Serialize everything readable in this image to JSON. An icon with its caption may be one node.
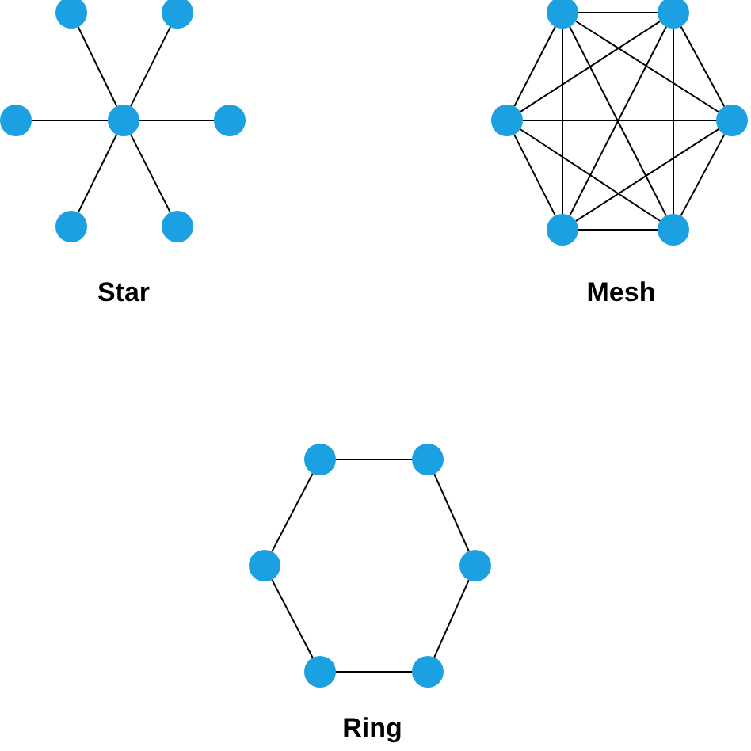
{
  "diagram": {
    "nodes": [
      {
        "text": [],
        "shape": "circle"
      },
      {
        "text": [],
        "shape": "circle"
      },
      {
        "text": [],
        "shape": "circle"
      },
      {
        "text": [],
        "shape": "circle"
      },
      {
        "text": [],
        "shape": "circle"
      },
      {
        "text": [],
        "shape": "circle"
      },
      {
        "text": [],
        "shape": "circle"
      },
      {
        "text": [],
        "shape": "circle"
      },
      {
        "text": [],
        "shape": "circle"
      },
      {
        "text": [],
        "shape": "circle"
      },
      {
        "text": [],
        "shape": "circle"
      },
      {
        "text": [],
        "shape": "circle"
      },
      {
        "text": [],
        "shape": "circle"
      },
      {
        "text": [],
        "shape": "circle"
      },
      {
        "text": [],
        "shape": "circle"
      },
      {
        "text": [],
        "shape": "circle"
      },
      {
        "text": [],
        "shape": "circle"
      },
      {
        "text": [],
        "shape": "circle"
      },
      {
        "text": [],
        "shape": "circle"
      }
    ],
    "edges": [
      {
        "from": 3,
        "to": 0,
        "arrow": "none"
      },
      {
        "from": 3,
        "to": 1,
        "arrow": "none"
      },
      {
        "from": 3,
        "to": 2,
        "arrow": "none"
      },
      {
        "from": 3,
        "to": 4,
        "arrow": "none"
      },
      {
        "from": 3,
        "to": 5,
        "arrow": "none"
      },
      {
        "from": 3,
        "to": 6,
        "arrow": "none"
      },
      {
        "from": 7,
        "to": 8,
        "arrow": "none"
      },
      {
        "from": 7,
        "to": 9,
        "arrow": "none"
      },
      {
        "from": 7,
        "to": 10,
        "arrow": "none"
      },
      {
        "from": 7,
        "to": 11,
        "arrow": "none"
      },
      {
        "from": 7,
        "to": 12,
        "arrow": "none"
      },
      {
        "from": 8,
        "to": 9,
        "arrow": "none"
      },
      {
        "from": 8,
        "to": 10,
        "arrow": "none"
      },
      {
        "from": 8,
        "to": 11,
        "arrow": "none"
      },
      {
        "from": 8,
        "to": 12,
        "arrow": "none"
      },
      {
        "from": 9,
        "to": 10,
        "arrow": "none"
      },
      {
        "from": 9,
        "to": 11,
        "arrow": "none"
      },
      {
        "from": 9,
        "to": 12,
        "arrow": "none"
      },
      {
        "from": 10,
        "to": 11,
        "arrow": "none"
      },
      {
        "from": 10,
        "to": 12,
        "arrow": "none"
      },
      {
        "from": 11,
        "to": 12,
        "arrow": "none"
      },
      {
        "from": 13,
        "to": 14,
        "arrow": "none"
      },
      {
        "from": 14,
        "to": 16,
        "arrow": "none"
      },
      {
        "from": 16,
        "to": 18,
        "arrow": "none"
      },
      {
        "from": 18,
        "to": 17,
        "arrow": "none"
      },
      {
        "from": 17,
        "to": 15,
        "arrow": "none"
      },
      {
        "from": 15,
        "to": 13,
        "arrow": "none"
      }
    ],
    "labels": [
      "Star",
      "Mesh",
      "Ring"
    ]
  }
}
